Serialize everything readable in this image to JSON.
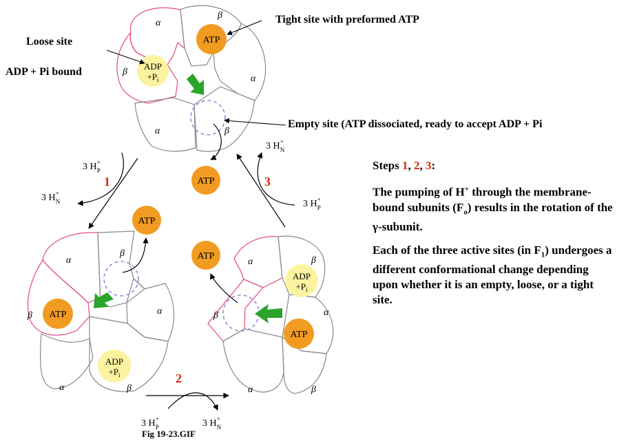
{
  "labels": {
    "loose_site": "Loose site",
    "adp_pi_bound": "ADP + Pi bound",
    "tight_site": "Tight site with preformed ATP",
    "empty_site": "Empty site (ATP dissociated, ready to accept ADP + Pi",
    "caption": "Fig 19-23.GIF"
  },
  "steps": {
    "heading_prefix": "Steps ",
    "n1": "1",
    "n2": "2",
    "n3": "3",
    "heading_suffix": ":",
    "p1_a": "The pumping of H",
    "p1_sup": "+",
    "p1_b": " through the membrane-bound subunits (F",
    "p1_sub": "o",
    "p1_c": ") results in the rotation of the ",
    "p1_gamma": "γ",
    "p1_d": "-subunit.",
    "p2_a": "Each of the three active sites (in F",
    "p2_sub": "1",
    "p2_b": ") undergoes a different conformational change depending upon whether it is an empty, loose, or a tight site."
  },
  "diagram": {
    "atp": "ATP",
    "adp": "ADP",
    "pi": "+P",
    "pi_sub": "i",
    "alpha": "α",
    "beta": "β",
    "step1": "1",
    "step2": "2",
    "step3": "3",
    "h_label": "3 H",
    "p_side": "P",
    "n_side": "N",
    "plus": "+"
  },
  "colors": {
    "atp_fill": "#f29b22",
    "adp_fill": "#fcf3a0",
    "loose_edge": "#e0487a",
    "empty_dashes": "#8d8fd6",
    "arrow_green": "#2aa42a",
    "step_red": "#d52a12"
  }
}
